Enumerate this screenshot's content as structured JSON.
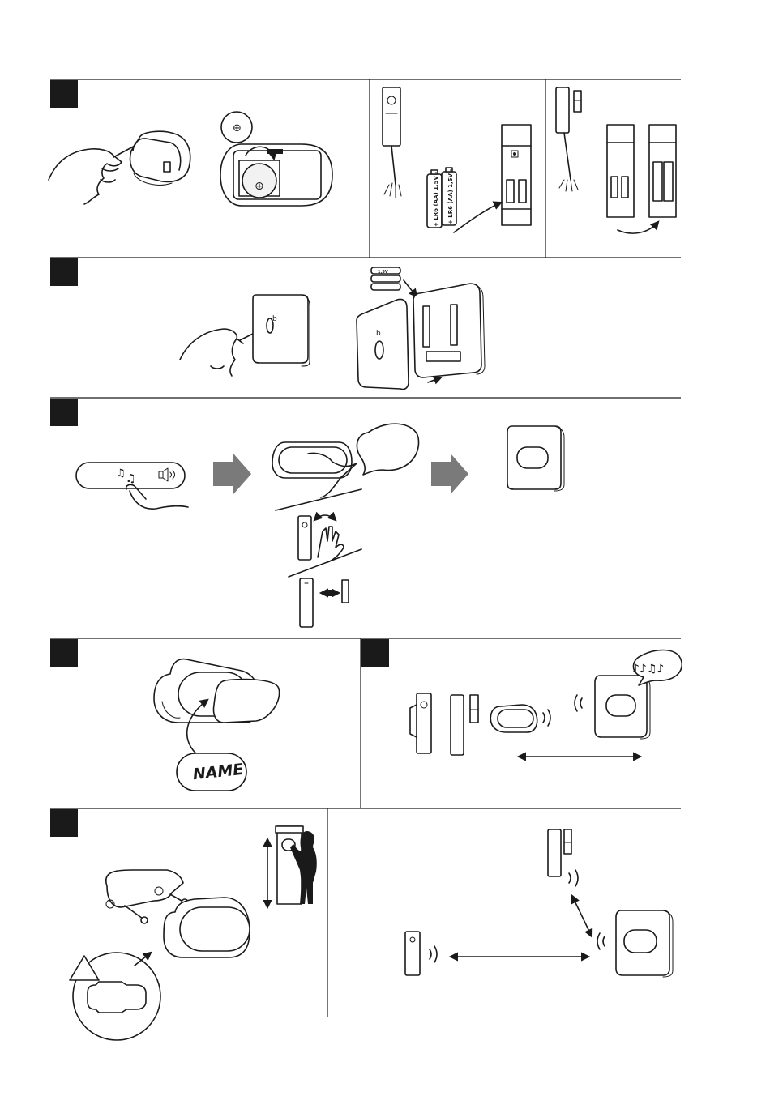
{
  "steps": [
    {
      "id": "step-1",
      "panels": [
        "chime-cell-insert",
        "push-button-battery",
        "magnetic-sensor-battery"
      ]
    },
    {
      "id": "step-2",
      "panels": [
        "receiver-open-battery"
      ]
    },
    {
      "id": "step-3",
      "panels": [
        "pairing-sequence"
      ]
    },
    {
      "id": "step-4",
      "panels": [
        "name-label-insert"
      ]
    },
    {
      "id": "step-5",
      "panels": [
        "range-test"
      ]
    },
    {
      "id": "step-6",
      "panels": [
        "mounting",
        "system-layout"
      ]
    }
  ],
  "battery_labels": {
    "aa_1": "+ LR6 (AA) 1,5V -",
    "aa_2": "+ LR6 (AA) 1,5V -",
    "aaa_small": "1,5V"
  },
  "name_tag": "NAME",
  "screw_mark": "b",
  "icons": [
    "coin-cell-icon",
    "music-note-icon",
    "bell-sound-icon",
    "warning-triangle-icon",
    "signal-waves-icon",
    "double-arrow-icon",
    "person-at-door-icon"
  ]
}
